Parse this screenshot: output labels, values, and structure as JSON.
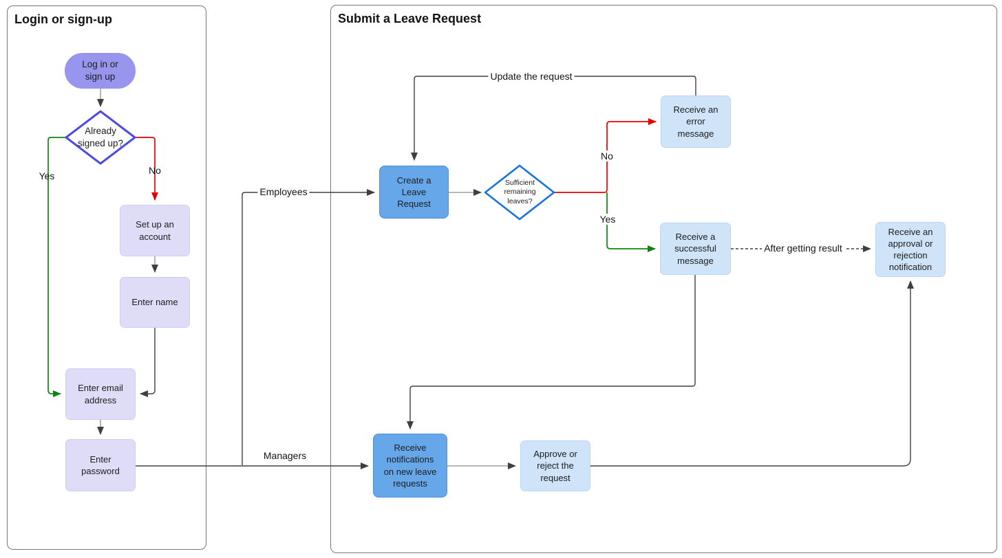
{
  "colors": {
    "purple_pill": "#9795ee",
    "purple_diamond_border": "#4c4ce4",
    "lavender_fill": "#dedcf7",
    "lavender_border": "#cfcdf2",
    "strong_blue_fill": "#66a7ea",
    "strong_blue_border": "#4a90d9",
    "light_blue_fill": "#cfe3f9",
    "light_blue_border": "#b9d7f5",
    "blue_diamond_border": "#1273e2",
    "red_line": "#e60000",
    "green_line": "#0f850f",
    "line_dark": "#3f3f3f",
    "line_gray": "#8c8c8c",
    "frame_border": "#777777",
    "text": "#1c1c1c"
  },
  "frames": {
    "login": {
      "title": "Login or sign-up"
    },
    "leave": {
      "title": "Submit a Leave Request"
    }
  },
  "nodes": {
    "login_pill": "Log in or sign up",
    "already_diamond": "Already signed up?",
    "setup_account": "Set up an account",
    "enter_name": "Enter name",
    "enter_email": "Enter email address",
    "enter_password": "Enter password",
    "create_request": "Create a Leave Request",
    "sufficient_diamond": "Sufficient remaining leaves?",
    "error_message": "Receive an error message",
    "success_message": "Receive a successful message",
    "approval_notification": "Receive an approval or rejection notification",
    "new_request_notifications": "Receive notifications on new leave requests",
    "approve_reject": "Approve or reject the request"
  },
  "edge_labels": {
    "yes_signup": "Yes",
    "no_signup": "No",
    "employees": "Employees",
    "managers": "Managers",
    "update_request": "Update the request",
    "no_sufficient": "No",
    "yes_sufficient": "Yes",
    "after_result": "After getting result"
  }
}
